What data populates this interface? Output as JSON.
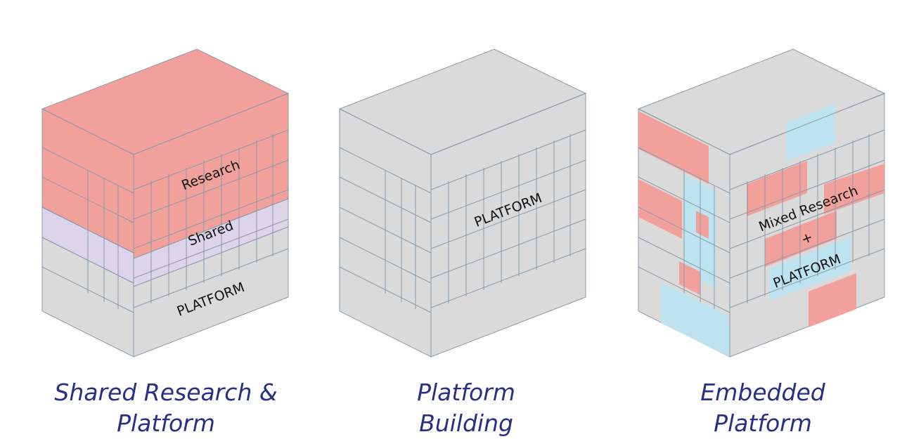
{
  "colors": {
    "research": "#f2a19a",
    "shared": "#ddd3ea",
    "platform": "#dadada",
    "platform_blue": "#bde3f0",
    "caption": "#2a2f86",
    "edge": "#8a99aa"
  },
  "diagrams": [
    {
      "labels": {
        "top": "Research",
        "middle": "Shared",
        "bottom": "PLATFORM"
      },
      "caption": {
        "line1": "Shared Research &",
        "line2": "Platform"
      }
    },
    {
      "labels": {
        "main": "PLATFORM"
      },
      "caption": {
        "line1": "Platform",
        "line2": "Building"
      }
    },
    {
      "labels": {
        "line1": "Mixed Research",
        "line2": "+",
        "line3": "PLATFORM"
      },
      "caption": {
        "line1": "Embedded",
        "line2": "Platform"
      }
    }
  ]
}
